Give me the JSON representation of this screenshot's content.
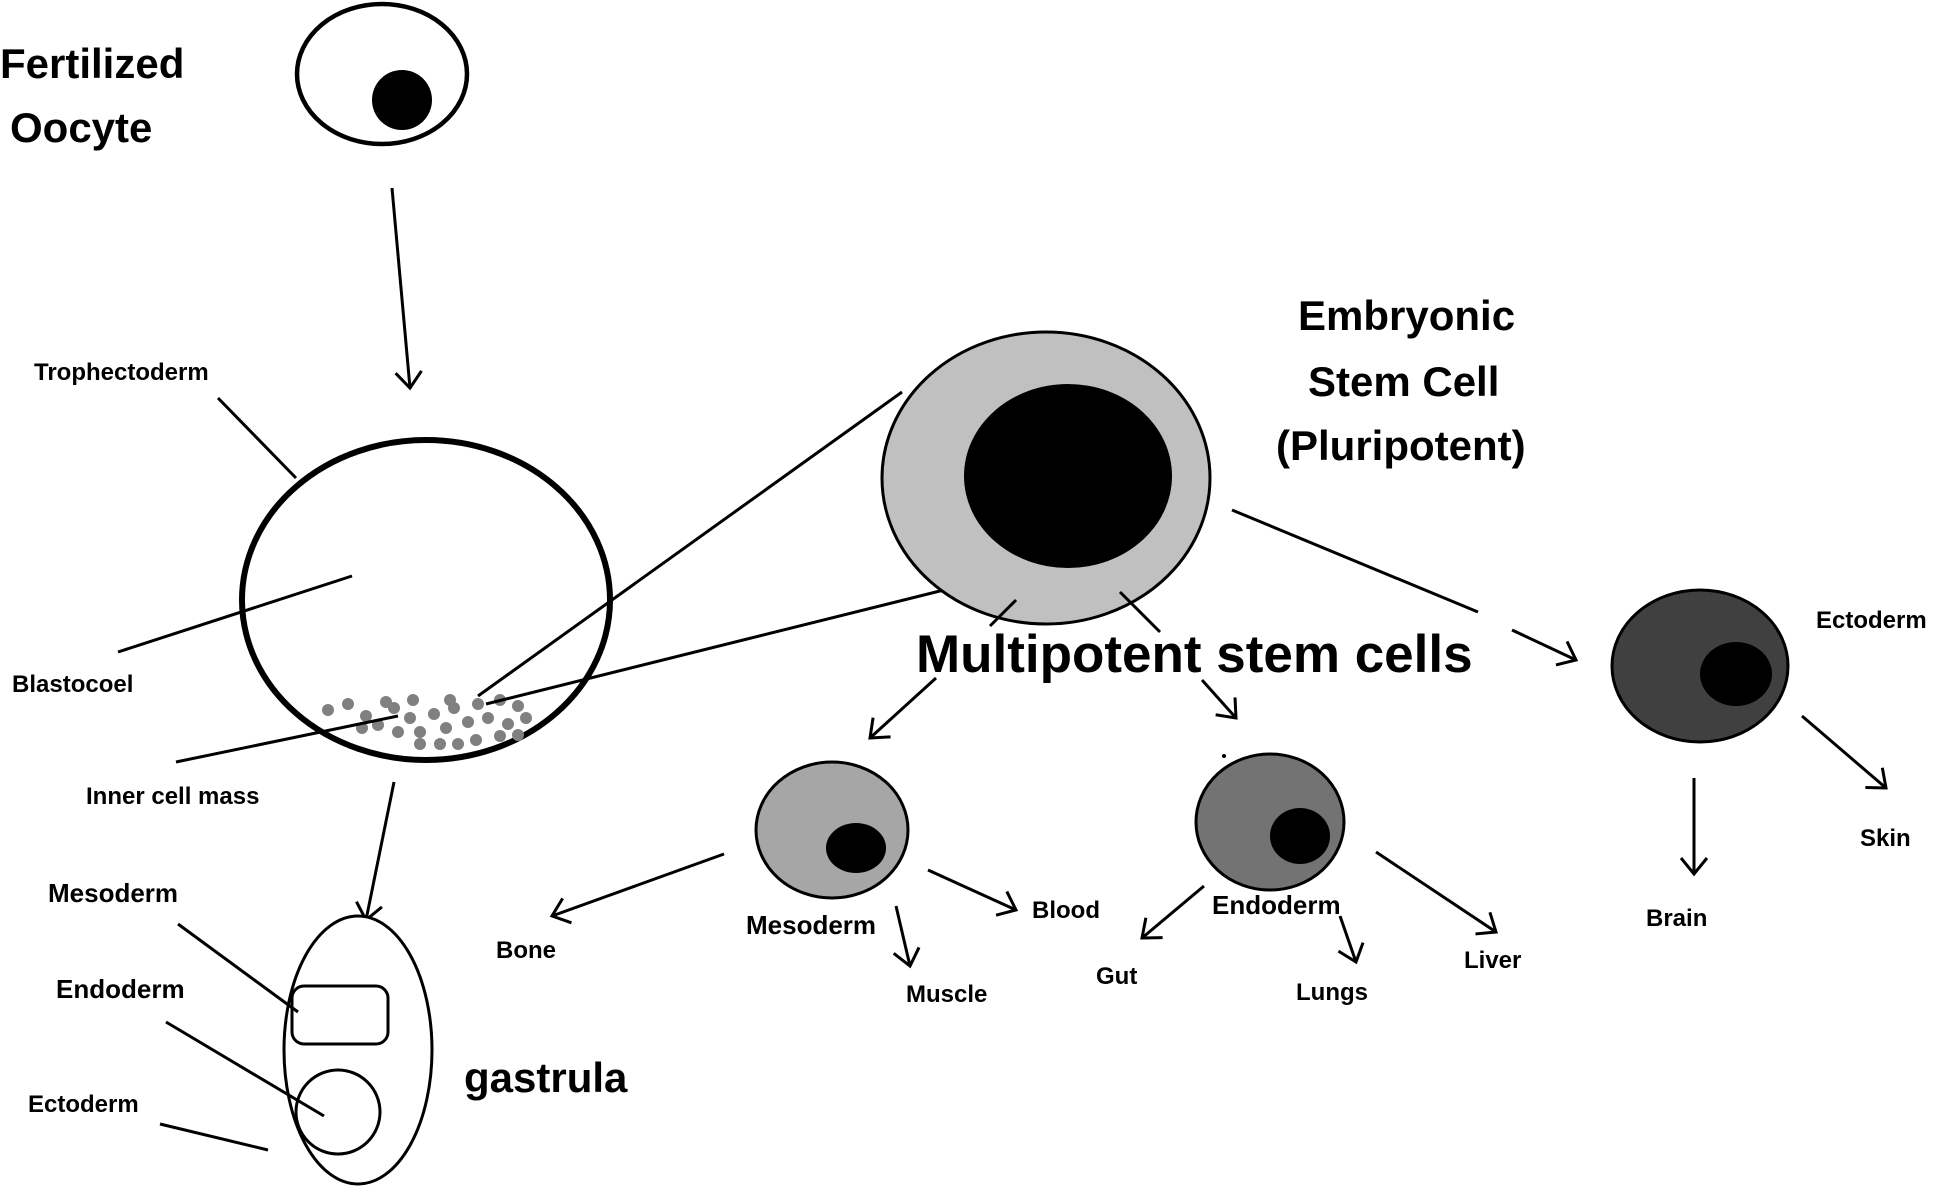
{
  "title_cells": {
    "fertilized_oocyte": [
      "Fertilized",
      "Oocyte"
    ],
    "embryonic_stem_cell": [
      "Embryonic",
      "Stem Cell",
      "(Pluripotent)"
    ],
    "multipotent": "Multipotent stem cells",
    "gastrula": "gastrula"
  },
  "blastocyst_labels": {
    "trophectoderm": "Trophectoderm",
    "blastocoel": "Blastocoel",
    "inner_cell_mass": "Inner cell mass"
  },
  "gastrula_labels": {
    "mesoderm": "Mesoderm",
    "endoderm": "Endoderm",
    "ectoderm": "Ectoderm"
  },
  "mesoderm_branch": {
    "label": "Mesoderm",
    "outputs": [
      "Bone",
      "Muscle",
      "Blood"
    ]
  },
  "endoderm_branch": {
    "label": "Endoderm",
    "outputs": [
      "Gut",
      "Lungs",
      "Liver"
    ]
  },
  "ectoderm_branch": {
    "label": "Ectoderm",
    "outputs": [
      "Brain",
      "Skin"
    ]
  },
  "colors": {
    "stroke": "#000000",
    "embryonic_cytoplasm": "#c0c0c0",
    "mesoderm_cytoplasm": "#a6a6a6",
    "endoderm_cytoplasm": "#737373",
    "ectoderm_cytoplasm": "#404040",
    "icm_dots": "#808080"
  }
}
